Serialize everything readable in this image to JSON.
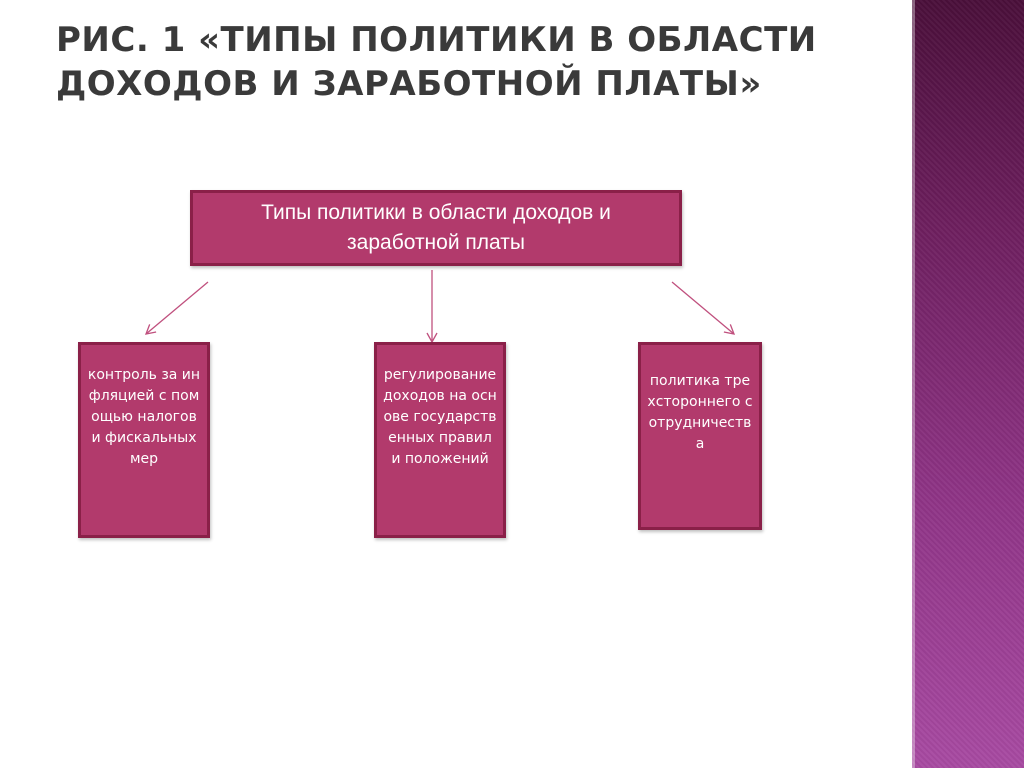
{
  "title": {
    "line1": "Рис. 1 «Типы политики в области",
    "line2": "доходов и заработной платы»"
  },
  "diagram": {
    "root": "Типы политики в области доходов и заработной платы",
    "children": [
      "контроль за инфляцией с помощью налогов и фискальных мер",
      "регулирование доходов на основе государственных правил и положений",
      "политика трехстороннего сотрудничества"
    ]
  },
  "colors": {
    "box_fill": "#b23a6c",
    "box_border": "#8a2048",
    "arrow": "#c0507e",
    "title": "#3a3a3a",
    "side_band": "#7a2a6e"
  }
}
